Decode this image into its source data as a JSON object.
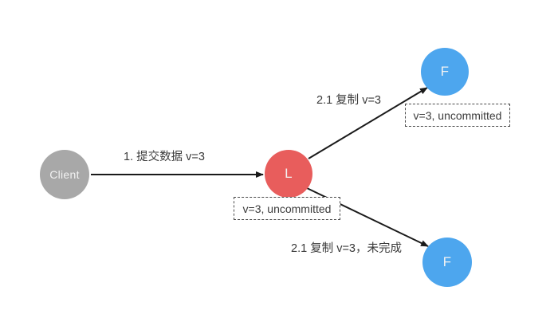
{
  "diagram": {
    "title": "Raft replication step diagram",
    "background_color": "#ffffff",
    "nodes": [
      {
        "id": "client",
        "label": "Client",
        "color": "#a8a8a8",
        "shape": "circle"
      },
      {
        "id": "leader",
        "label": "L",
        "color": "#e85d5c",
        "shape": "circle"
      },
      {
        "id": "follower_top",
        "label": "F",
        "color": "#4da6ee",
        "shape": "circle"
      },
      {
        "id": "follower_bottom",
        "label": "F",
        "color": "#4da6ee",
        "shape": "circle"
      }
    ],
    "edges": [
      {
        "id": "client-to-leader",
        "from": "client",
        "to": "leader",
        "label": "1. 提交数据 v=3"
      },
      {
        "id": "leader-to-follower-top",
        "from": "leader",
        "to": "follower_top",
        "label": "2.1 复制 v=3"
      },
      {
        "id": "leader-to-follower-bottom",
        "from": "leader",
        "to": "follower_bottom",
        "label": "2.1 复制 v=3，未完成"
      }
    ],
    "state_boxes": [
      {
        "id": "leader-state",
        "attached_to": "leader",
        "text": "v=3, uncommitted"
      },
      {
        "id": "follower-top-state",
        "attached_to": "follower_top",
        "text": "v=3, uncommitted"
      }
    ],
    "arrow_color": "#1a1a1a"
  }
}
